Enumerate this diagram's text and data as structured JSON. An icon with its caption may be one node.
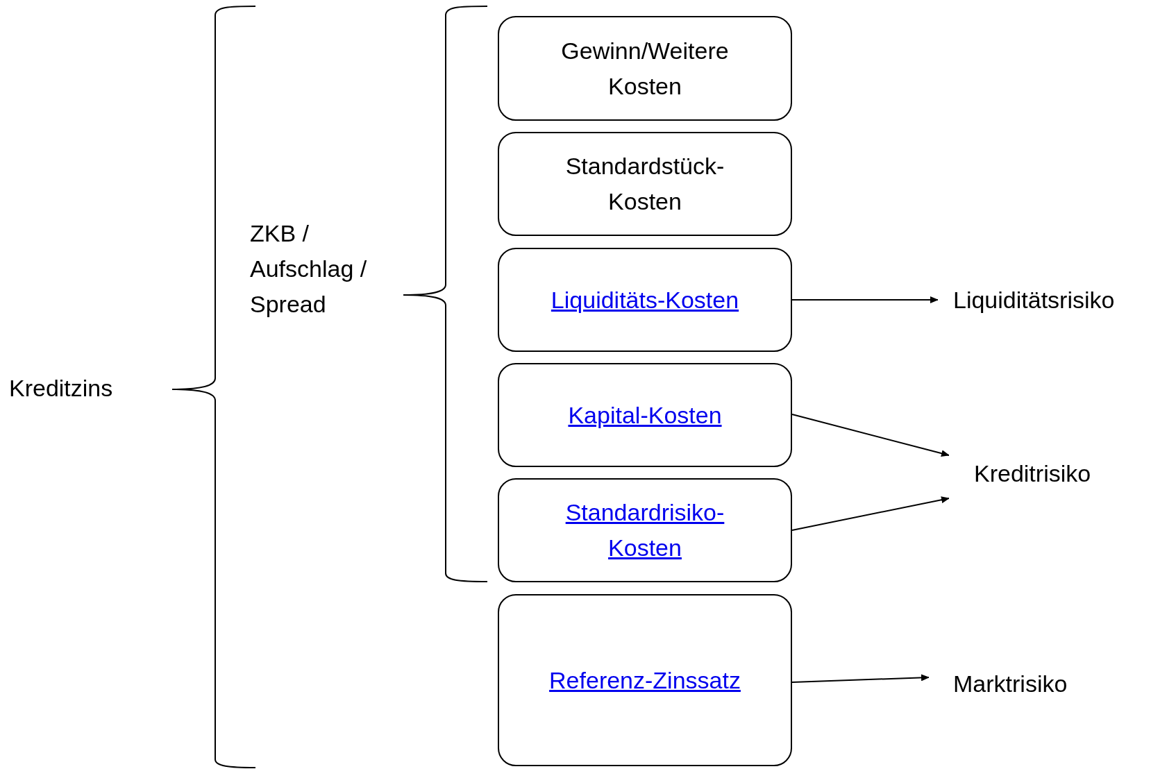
{
  "diagram": {
    "nodes": [
      {
        "text": [
          "Gewinn/Weitere Kosten"
        ]
      },
      {
        "text": [
          "Standardstück- Kosten"
        ]
      },
      {
        "text": [
          "Liquiditäts-Kosten"
        ]
      },
      {
        "text": [
          "Kapital-Kosten"
        ]
      },
      {
        "text": [
          "Standardrisiko- Kosten"
        ]
      },
      {
        "text": [
          "Referenz-Zinssatz"
        ]
      },
      {
        "text": [
          "Liquiditätsrisiko"
        ]
      },
      {
        "text": [
          "Kreditrisiko"
        ]
      },
      {
        "text": [
          "Marktrisiko"
        ]
      }
    ],
    "edges": [
      {
        "from": 2,
        "to": 6,
        "arrow": "to"
      },
      {
        "from": 3,
        "to": 7,
        "arrow": "to"
      },
      {
        "from": 4,
        "to": 7,
        "arrow": "to"
      },
      {
        "from": 5,
        "to": 8,
        "arrow": "to"
      }
    ],
    "labels": [
      "Kreditzins",
      "ZKB / Aufschlag / Spread"
    ]
  }
}
